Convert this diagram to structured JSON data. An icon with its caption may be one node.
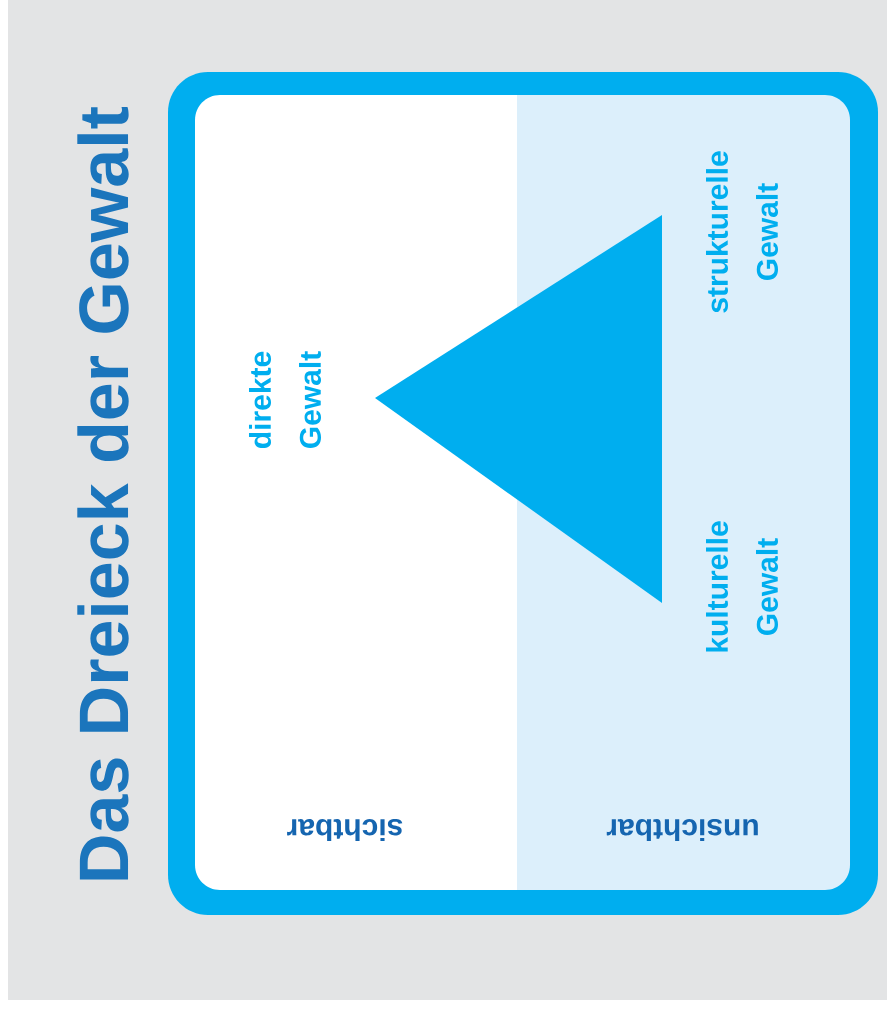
{
  "diagram": {
    "title": "Das Dreieck der Gewalt",
    "nodes": [
      {
        "text": [
          "sichtbar"
        ]
      },
      {
        "text": [
          "unsichtbar"
        ]
      }
    ],
    "labels": [
      "direkte Gewalt",
      "strukturelle Gewalt",
      "kulturelle Gewalt"
    ]
  }
}
